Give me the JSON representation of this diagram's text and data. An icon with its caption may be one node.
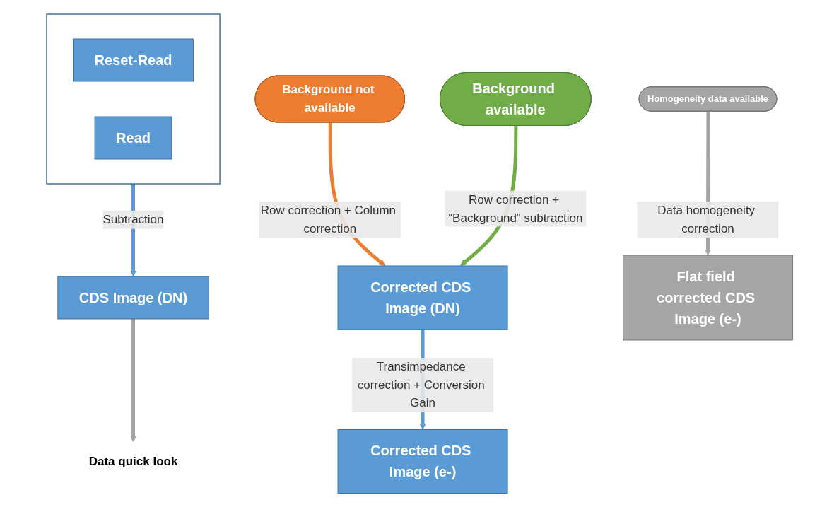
{
  "diagram": {
    "nodes": [
      {
        "text": [],
        "shape": "box"
      },
      {
        "text": [
          "Reset-Read"
        ],
        "in": 0
      },
      {
        "text": [
          "Read"
        ],
        "in": 0
      },
      {
        "text": [
          "CDS Image (DN)"
        ]
      },
      {
        "text": [
          "Data quick look"
        ]
      },
      {
        "text": [
          "Background not available"
        ]
      },
      {
        "text": [
          "Background available"
        ]
      },
      {
        "text": [
          "Corrected CDS Image (DN)"
        ]
      },
      {
        "text": [
          "Corrected CDS Image (e-)"
        ]
      },
      {
        "text": [
          "Homogeneity data available"
        ]
      },
      {
        "text": [
          "Flat field corrected CDS Image (e-)"
        ]
      }
    ],
    "edges": [
      {
        "from": 0,
        "to": 3,
        "arrow": "to",
        "label": "Subtraction",
        "color": "#5b9bd5"
      },
      {
        "from": 3,
        "to": 4,
        "arrow": "to",
        "color": "#a5a5a5"
      },
      {
        "from": 5,
        "to": 7,
        "arrow": "to",
        "label": "Row correction + Column correction",
        "color": "#ed7d31"
      },
      {
        "from": 6,
        "to": 7,
        "arrow": "to",
        "label": "Row correction + “Background” subtraction",
        "color": "#70ad47"
      },
      {
        "from": 7,
        "to": 8,
        "arrow": "to",
        "label": "Transimpedance correction + Conversion Gain",
        "color": "#5b9bd5"
      },
      {
        "from": 9,
        "to": 10,
        "arrow": "to",
        "label": "Data homogeneity correction",
        "color": "#a5a5a5"
      }
    ]
  }
}
